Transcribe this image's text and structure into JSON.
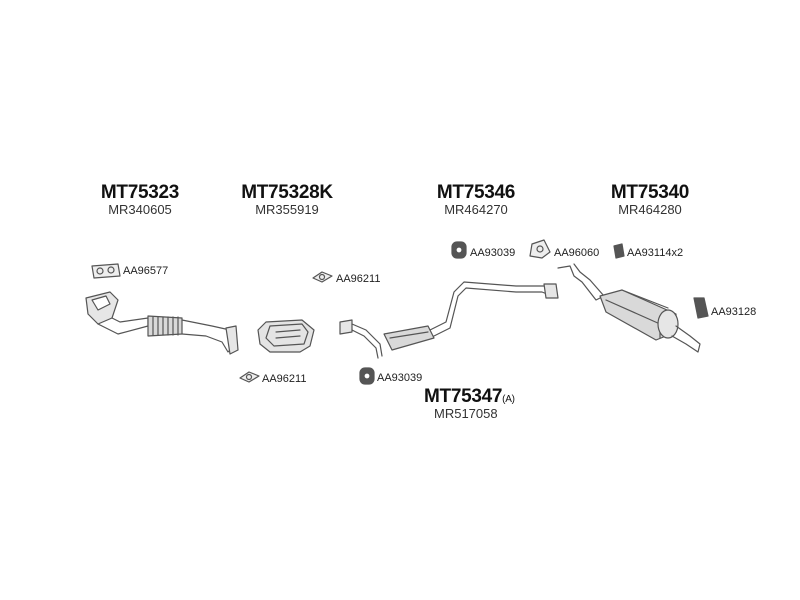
{
  "parts": [
    {
      "number": "MT75323",
      "oem": "MR340605"
    },
    {
      "number": "MT75328K",
      "oem": "MR355919"
    },
    {
      "number": "MT75346",
      "oem": "MR464270"
    },
    {
      "number": "MT75340",
      "oem": "MR464280"
    },
    {
      "number": "MT75347",
      "suffix": "(A)",
      "oem": "MR517058"
    }
  ],
  "accessories": [
    {
      "code": "AA96577"
    },
    {
      "code": "AA96211"
    },
    {
      "code": "AA96211"
    },
    {
      "code": "AA93039"
    },
    {
      "code": "AA96060"
    },
    {
      "code": "AA93114x2"
    },
    {
      "code": "AA93128"
    },
    {
      "code": "AA93039"
    }
  ],
  "colors": {
    "line": "#555555",
    "fill": "#e6e6e6",
    "dark": "#333333"
  }
}
